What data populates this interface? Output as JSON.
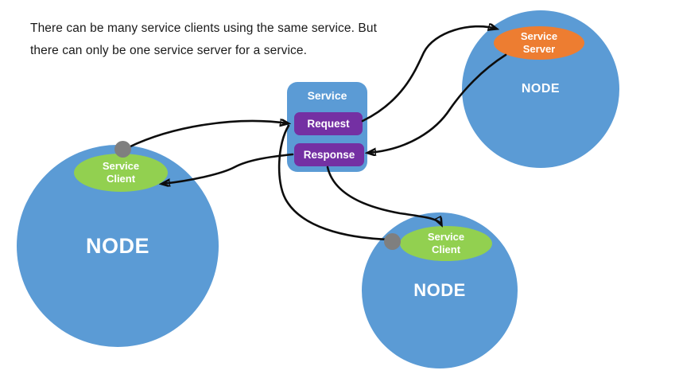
{
  "caption": {
    "line1": "There can be many service clients using the same service. But",
    "line2": "there can only be one service server for a service."
  },
  "service_box": {
    "title": "Service",
    "request_label": "Request",
    "response_label": "Response"
  },
  "nodes": {
    "left": {
      "label": "NODE",
      "badge": {
        "kind": "Service Client",
        "line1": "Service",
        "line2": "Client"
      }
    },
    "top_right": {
      "label": "NODE",
      "badge": {
        "kind": "Service Server",
        "line1": "Service",
        "line2": "Server"
      }
    },
    "bottom": {
      "label": "NODE",
      "badge": {
        "kind": "Service Client",
        "line1": "Service",
        "line2": "Client"
      }
    }
  },
  "edges": [
    {
      "from": "left-node-port",
      "to": "request",
      "description": "left service client sends request"
    },
    {
      "from": "bottom-node-port",
      "to": "request",
      "description": "bottom service client sends request"
    },
    {
      "from": "request",
      "to": "service-server",
      "description": "request delivered to service server"
    },
    {
      "from": "service-server",
      "to": "response",
      "description": "service server returns response"
    },
    {
      "from": "response",
      "to": "left-service-client",
      "description": "response delivered to left service client"
    },
    {
      "from": "response",
      "to": "bottom-service-client",
      "description": "response delivered to bottom service client"
    }
  ],
  "colors": {
    "node_fill": "#5B9BD5",
    "client_fill": "#92D050",
    "server_fill": "#ED7D31",
    "message_fill": "#7430A3",
    "port_fill": "#7F7F7F",
    "connector": "#0D0D0D",
    "background": "#FFFFFF",
    "text": "#1A1A1A"
  }
}
